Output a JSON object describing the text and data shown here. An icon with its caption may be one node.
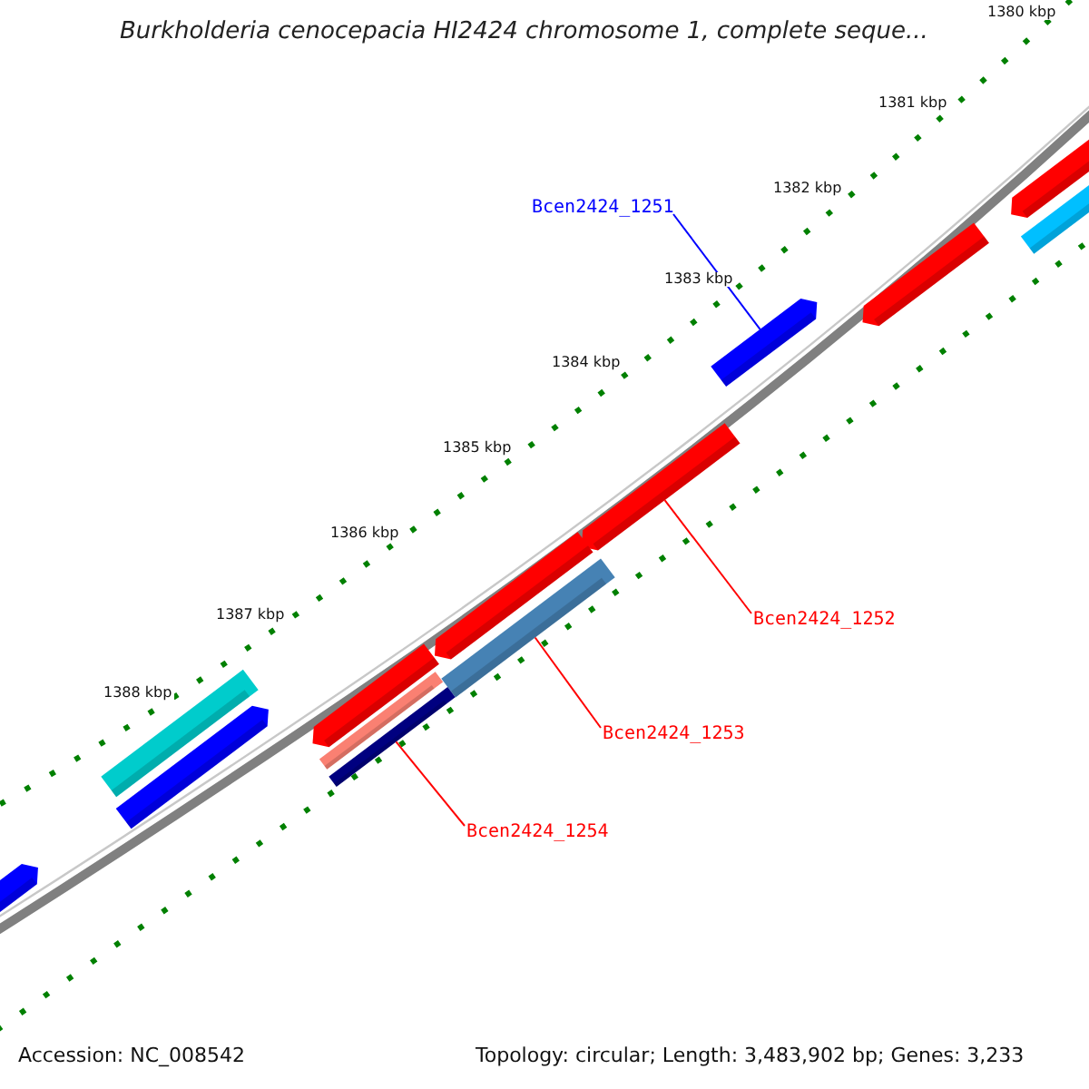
{
  "diagram": {
    "title": "Burkholderia cenocepacia HI2424 chromosome 1, complete seque...",
    "nodes": [
      {
        "text": [
          "Bcen2424_1251"
        ]
      },
      {
        "text": [],
        "shape": "bar"
      },
      {
        "text": [
          "Bcen2424_1252"
        ]
      },
      {
        "text": [],
        "shape": "bar"
      },
      {
        "text": [
          "Bcen2424_1253"
        ]
      },
      {
        "text": [],
        "shape": "bar"
      },
      {
        "text": [
          "Bcen2424_1254"
        ]
      },
      {
        "text": [],
        "shape": "bar"
      }
    ],
    "edges": [
      {
        "from": 0,
        "to": 1,
        "arrow": "none",
        "color": "#0000ff"
      },
      {
        "from": 2,
        "to": 3,
        "arrow": "none"
      },
      {
        "from": 4,
        "to": 5,
        "arrow": "none"
      },
      {
        "from": 6,
        "to": 7,
        "arrow": "none"
      }
    ],
    "labels": [
      "1380 kbp",
      "1381 kbp",
      "1382 kbp",
      "1383 kbp",
      "1384 kbp",
      "1385 kbp",
      "1386 kbp",
      "1387 kbp",
      "1388 kbp",
      "Accession: NC_008542",
      "Topology: circular; Length: 3,483,902 bp; Genes: 3,233"
    ]
  }
}
